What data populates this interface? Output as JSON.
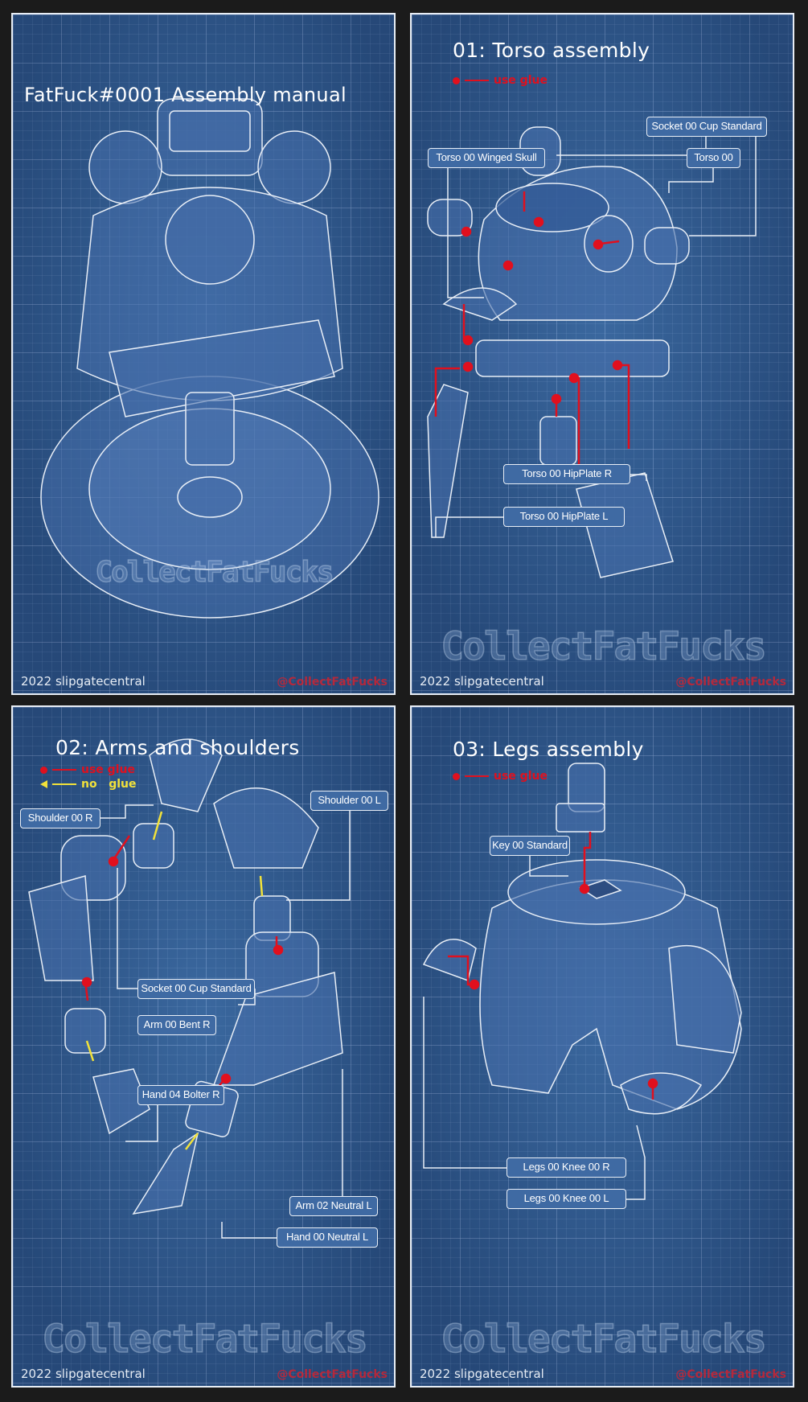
{
  "panels": [
    {
      "title": "FatFuck#0001 Assembly manual",
      "footer": "2022 slipgatecentral",
      "handle": "@CollectFatFucks",
      "logo": "CollectFatFucks"
    },
    {
      "title": "01: Torso assembly",
      "legend_glue": "use glue",
      "footer": "2022 slipgatecentral",
      "handle": "@CollectFatFucks",
      "logo": "CollectFatFucks",
      "labels": [
        "Socket 00 Cup Standard",
        "Torso 00 Winged Skull",
        "Torso 00",
        "Torso 00 HipPlate R",
        "Torso 00 HipPlate L"
      ]
    },
    {
      "title": "02: Arms and shoulders",
      "legend_glue": "use glue",
      "legend_noglue": "no   glue",
      "footer": "2022 slipgatecentral",
      "handle": "@CollectFatFucks",
      "logo": "CollectFatFucks",
      "labels": [
        "Shoulder 00 R",
        "Shoulder 00 L",
        "Socket 00 Cup Standard",
        "Arm 00 Bent R",
        "Hand 04 Bolter R",
        "Arm 02 Neutral L",
        "Hand 00 Neutral L"
      ]
    },
    {
      "title": "03: Legs assembly",
      "legend_glue": "use glue",
      "footer": "2022 slipgatecentral",
      "handle": "@CollectFatFucks",
      "logo": "CollectFatFucks",
      "labels": [
        "Key 00 Standard",
        "Legs 00 Knee 00 R",
        "Legs 00 Knee 00 L"
      ]
    }
  ],
  "colors": {
    "glue": "#e0101e",
    "no_glue": "#f2e23a",
    "background": "#2f5a8e"
  }
}
